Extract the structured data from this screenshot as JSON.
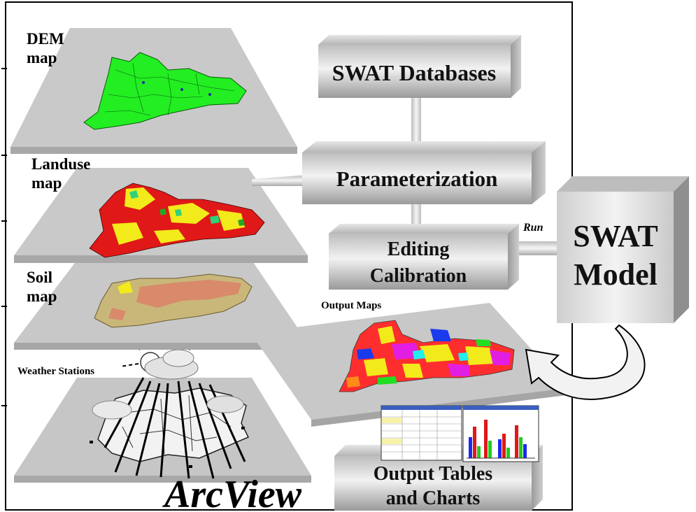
{
  "layers": {
    "dem": {
      "line1": "DEM",
      "line2": "map"
    },
    "landuse": {
      "line1": "Landuse",
      "line2": "map"
    },
    "soil": {
      "line1": "Soil",
      "line2": "map"
    },
    "weather": {
      "label": "Weather Stations"
    }
  },
  "boxes": {
    "databases": "SWAT Databases",
    "parameterization": "Parameterization",
    "editing": {
      "line1": "Editing",
      "line2": "Calibration"
    },
    "model": {
      "line1": "SWAT",
      "line2": "Model"
    },
    "output_tables": {
      "line1": "Output Tables",
      "line2": "and Charts"
    }
  },
  "annotations": {
    "run": "Run",
    "output_maps": "Output Maps",
    "arcview": "ArcView"
  },
  "colors": {
    "plate": "#c9c9c9",
    "box_face": "#d9d9d9",
    "dem_green": "#22ee22",
    "landuse_red": "#e01818",
    "landuse_yellow": "#f2ea1a",
    "soil_tan": "#c9b77a",
    "soil_salmon": "#d88a6a"
  }
}
